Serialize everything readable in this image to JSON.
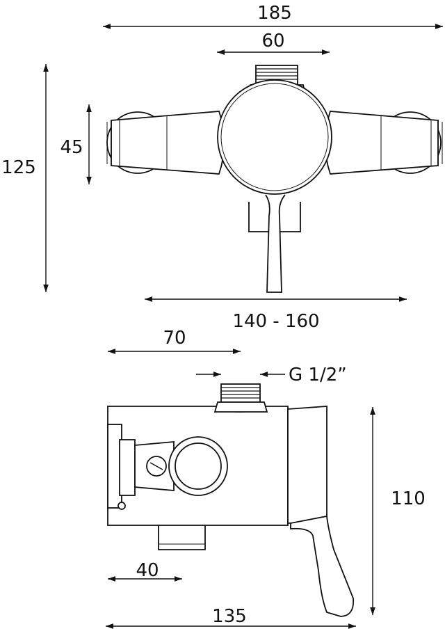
{
  "dimensions": {
    "overall_width": "185",
    "inlet_centers": "60",
    "body_height_front": "45",
    "overall_height_front": "125",
    "inlet_range": "140 - 160",
    "depth_to_outlet": "70",
    "thread_size": "G 1/2”",
    "side_height": "110",
    "outlet_offset": "40",
    "overall_depth": "135"
  }
}
